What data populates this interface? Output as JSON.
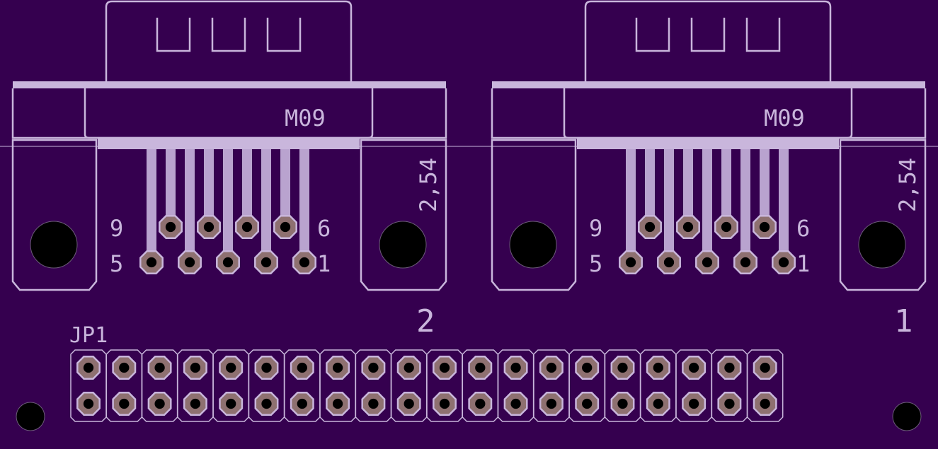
{
  "board": {
    "background": "#35004f",
    "silkscreen": "#c9b6dc",
    "pad_copper": "#8e7070"
  },
  "connectors": [
    {
      "id": "2",
      "model_label": "M09",
      "pitch_label": "2,54",
      "row_top_label_left": "9",
      "row_top_label_right": "6",
      "row_bottom_label_left": "5",
      "row_bottom_label_right": "1"
    },
    {
      "id": "1",
      "model_label": "M09",
      "pitch_label": "2,54",
      "row_top_label_left": "9",
      "row_top_label_right": "6",
      "row_bottom_label_left": "5",
      "row_bottom_label_right": "1"
    }
  ],
  "header": {
    "label": "JP1",
    "columns": 20,
    "rows": 2
  }
}
